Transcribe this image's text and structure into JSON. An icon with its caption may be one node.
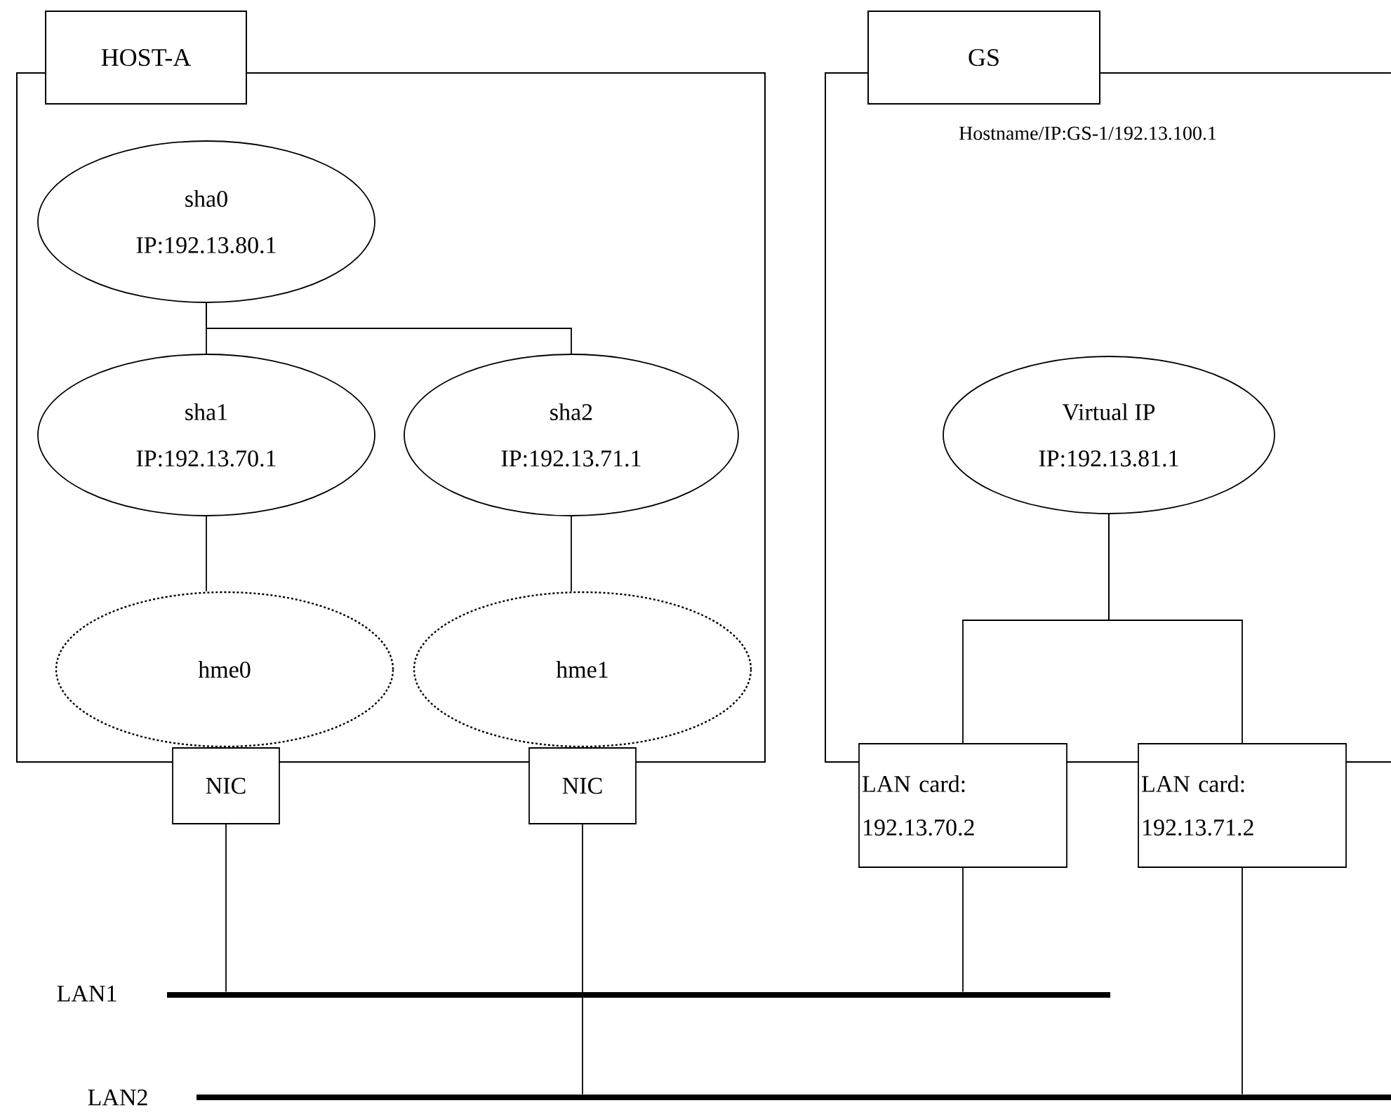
{
  "diagram": {
    "nodes": [
      {
        "text": [
          "HOST-A"
        ]
      },
      {
        "text": [
          "sha0",
          "IP:192.13.80.1"
        ],
        "in": 0
      },
      {
        "text": [
          "sha1",
          "IP:192.13.70.1"
        ],
        "in": 0
      },
      {
        "text": [
          "sha2",
          "IP:192.13.71.1"
        ],
        "in": 0
      },
      {
        "text": [
          "hme0"
        ],
        "in": 0
      },
      {
        "text": [
          "hme1"
        ],
        "in": 0
      },
      {
        "text": [
          "NIC"
        ]
      },
      {
        "text": [
          "NIC"
        ]
      },
      {
        "text": [
          "GS",
          "Hostname/IP:GS-1/192.13.100.1"
        ]
      },
      {
        "text": [
          "Virtual IP",
          "IP:192.13.81.1"
        ],
        "in": 8
      },
      {
        "text": [
          "LAN card:",
          "192.13.70.2"
        ]
      },
      {
        "text": [
          "LAN card:",
          "192.13.71.2"
        ]
      },
      {
        "text": [],
        "shape": "bar",
        "beside": [
          "LAN1"
        ]
      },
      {
        "text": [],
        "shape": "bar",
        "beside": [
          "LAN2"
        ]
      }
    ],
    "edges": [
      {
        "from": 1,
        "to": 2,
        "arrow": "none"
      },
      {
        "from": 1,
        "to": 3,
        "arrow": "none"
      },
      {
        "from": 2,
        "to": 4,
        "arrow": "none"
      },
      {
        "from": 3,
        "to": 5,
        "arrow": "none"
      },
      {
        "from": 6,
        "to": 12,
        "arrow": "none"
      },
      {
        "from": 7,
        "to": 13,
        "arrow": "none"
      },
      {
        "from": 9,
        "to": 10,
        "arrow": "none"
      },
      {
        "from": 9,
        "to": 11,
        "arrow": "none"
      },
      {
        "from": 10,
        "to": 12,
        "arrow": "none"
      },
      {
        "from": 11,
        "to": 13,
        "arrow": "none"
      }
    ]
  }
}
